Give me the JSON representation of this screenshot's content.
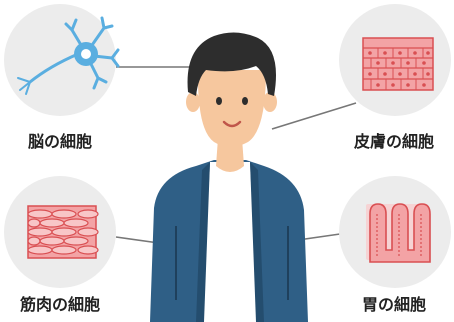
{
  "diagram": {
    "labels": {
      "brain_cell": "脳の細胞",
      "skin_cell": "皮膚の細胞",
      "muscle_cell": "筋肉の細胞",
      "stomach_cell": "胃の細胞"
    },
    "icons": {
      "person": "person-illustration",
      "brain": "neuron-icon",
      "skin": "skin-tissue-icon",
      "muscle": "muscle-tissue-icon",
      "stomach": "stomach-tissue-icon"
    },
    "colors": {
      "circle_bg": "#ececec",
      "jacket": "#2f5f86",
      "jacket_dark": "#244d6e",
      "shirt": "#ffffff",
      "skin": "#f6c79e",
      "hair": "#2d2d2d",
      "connector": "#777777",
      "neuron": "#5aaee0",
      "tissue_pink": "#f3a3a5",
      "tissue_red": "#d94f52",
      "label_text": "#222222"
    }
  }
}
